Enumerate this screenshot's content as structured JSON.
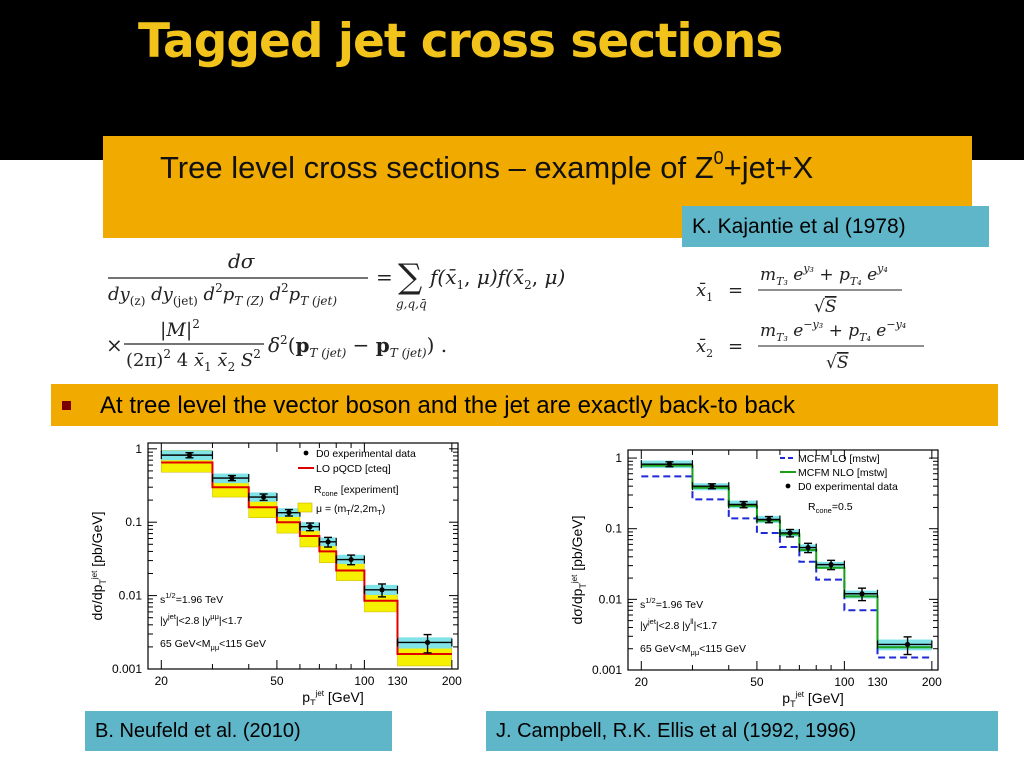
{
  "slide": {
    "title": "Tagged jet cross sections",
    "subtitle_main": "Tree level cross sections – example of Z",
    "subtitle_sup": "0",
    "subtitle_tail": "+jet+X",
    "citation_top": "K. Kajantie et al (1978)",
    "bullet": "At tree level the vector boson and the jet are exactly back-to back",
    "citation_left": "B. Neufeld et al. (2010)",
    "citation_right": "J. Campbell, R.K. Ellis et al (1992, 1996)"
  },
  "colors": {
    "title": "#f2c31b",
    "orange_box": "#f0aa00",
    "cite_box": "#5fb6c9",
    "band_yellow": "#f5f000",
    "band_cyan": "#7fe3e8",
    "lo_red": "#e00000",
    "lo_blue": "#1f2ad6",
    "nlo_green": "#19a019"
  },
  "chart_data": [
    {
      "type": "line",
      "xscale": "log",
      "yscale": "log",
      "xlim": [
        18,
        210
      ],
      "ylim": [
        0.001,
        1.2
      ],
      "x_ticks": [
        "20",
        "50",
        "100",
        "130",
        "200"
      ],
      "x_tick_values": [
        20,
        50,
        100,
        130,
        200
      ],
      "y_ticks": [
        "0.001",
        "0.01",
        "0.1",
        "1"
      ],
      "y_tick_values": [
        0.001,
        0.01,
        0.1,
        1
      ],
      "ylabel": "dσ/dp",
      "ylabel_sub": "T",
      "ylabel_subsup": "jet",
      "ylabel_tail": " [pb/GeV]",
      "xlabel": "p",
      "xlabel_sub": "T",
      "xlabel_subsup": "jet",
      "xlabel_tail": " [GeV]",
      "legend": [
        {
          "kind": "dot",
          "text": "D0 experimental data"
        },
        {
          "kind": "line",
          "color": "#e00000",
          "text": "LO pQCD [cteq]"
        },
        {
          "kind": "text",
          "text": "R",
          "sub": "cone",
          "tail": " [experiment]"
        },
        {
          "kind": "band",
          "color": "#f5f000",
          "text": "μ = (m",
          "sub": "T",
          "tail": "/2,2m",
          "sub2": "T",
          "tail2": ")"
        }
      ],
      "annotations": {
        "line1": "s",
        "line1_sup": "1/2",
        "line1_tail": "=1.96 TeV",
        "line2": "|y",
        "line2_sup": "jet",
        "line2_tail": "|<2.8  |y",
        "line2_sup2": "μμ",
        "line2_tail2": "|<1.7",
        "line3": "65 GeV<M",
        "line3_sub": "μμ",
        "line3_tail": "<115 GeV"
      },
      "bin_edges": [
        20,
        30,
        40,
        50,
        60,
        70,
        80,
        100,
        130,
        200
      ],
      "data": {
        "x": [
          25,
          35,
          45,
          55,
          65,
          75,
          90,
          115,
          165
        ],
        "y": [
          0.82,
          0.4,
          0.22,
          0.135,
          0.087,
          0.054,
          0.031,
          0.012,
          0.0023
        ],
        "yerr_rel": [
          0.08,
          0.08,
          0.1,
          0.1,
          0.12,
          0.15,
          0.15,
          0.2,
          0.28
        ]
      },
      "series": [
        {
          "name": "LO pQCD [cteq]",
          "kind": "step",
          "values": [
            0.65,
            0.3,
            0.16,
            0.1,
            0.065,
            0.04,
            0.022,
            0.0085,
            0.0016
          ]
        },
        {
          "name": "μ = (mT/2,2mT)",
          "kind": "band",
          "lower": [
            0.48,
            0.22,
            0.115,
            0.071,
            0.046,
            0.028,
            0.016,
            0.006,
            0.0011
          ],
          "upper": [
            0.95,
            0.44,
            0.24,
            0.148,
            0.095,
            0.06,
            0.033,
            0.013,
            0.0025
          ]
        },
        {
          "name": "cyan-uncertainty",
          "kind": "band",
          "lower": [
            0.7,
            0.34,
            0.19,
            0.118,
            0.076,
            0.047,
            0.027,
            0.0102,
            0.0019
          ],
          "upper": [
            0.95,
            0.46,
            0.255,
            0.155,
            0.1,
            0.062,
            0.036,
            0.014,
            0.0027
          ]
        }
      ]
    },
    {
      "type": "line",
      "xscale": "log",
      "yscale": "log",
      "xlim": [
        18,
        210
      ],
      "ylim": [
        0.001,
        1.3
      ],
      "x_ticks": [
        "20",
        "50",
        "100",
        "130",
        "200"
      ],
      "x_tick_values": [
        20,
        50,
        100,
        130,
        200
      ],
      "y_ticks": [
        "0.001",
        "0.01",
        "0.1",
        "1"
      ],
      "y_tick_values": [
        0.001,
        0.01,
        0.1,
        1
      ],
      "ylabel": "dσ/dp",
      "ylabel_sub": "T",
      "ylabel_subsup": "jet",
      "ylabel_tail": " [pb/GeV]",
      "xlabel": "p",
      "xlabel_sub": "T",
      "xlabel_subsup": "jet",
      "xlabel_tail": " [GeV]",
      "legend": [
        {
          "kind": "dash",
          "color": "#1f2ad6",
          "text": "MCFM LO [mstw]"
        },
        {
          "kind": "line",
          "color": "#19a019",
          "text": "MCFM NLO [mstw]"
        },
        {
          "kind": "dot",
          "text": "D0 experimental data"
        },
        {
          "kind": "text",
          "text": "R",
          "sub": "cone",
          "tail": "=0.5"
        }
      ],
      "annotations": {
        "line1": "s",
        "line1_sup": "1/2",
        "line1_tail": "=1.96 TeV",
        "line2": "|y",
        "line2_sup": "jet",
        "line2_tail": "|<2.8  |y",
        "line2_sup2": "ll",
        "line2_tail2": "|<1.7",
        "line3": "65 GeV<M",
        "line3_sub": "μμ",
        "line3_tail": "<115 GeV"
      },
      "bin_edges": [
        20,
        30,
        40,
        50,
        60,
        70,
        80,
        100,
        130,
        200
      ],
      "data": {
        "x": [
          25,
          35,
          45,
          55,
          65,
          75,
          90,
          115,
          165
        ],
        "y": [
          0.82,
          0.4,
          0.22,
          0.135,
          0.087,
          0.054,
          0.031,
          0.012,
          0.0023
        ],
        "yerr_rel": [
          0.08,
          0.08,
          0.1,
          0.1,
          0.12,
          0.15,
          0.15,
          0.2,
          0.28
        ]
      },
      "series": [
        {
          "name": "MCFM LO [mstw]",
          "kind": "step-dash",
          "values": [
            0.55,
            0.26,
            0.14,
            0.087,
            0.055,
            0.034,
            0.019,
            0.007,
            0.0015
          ]
        },
        {
          "name": "MCFM NLO [mstw]",
          "kind": "step",
          "values": [
            0.78,
            0.38,
            0.21,
            0.13,
            0.083,
            0.05,
            0.028,
            0.011,
            0.0021
          ]
        },
        {
          "name": "cyan-uncertainty",
          "kind": "band",
          "lower": [
            0.72,
            0.35,
            0.195,
            0.12,
            0.077,
            0.047,
            0.027,
            0.0103,
            0.0019
          ],
          "upper": [
            0.92,
            0.44,
            0.25,
            0.152,
            0.098,
            0.06,
            0.034,
            0.0133,
            0.0027
          ]
        }
      ]
    }
  ]
}
